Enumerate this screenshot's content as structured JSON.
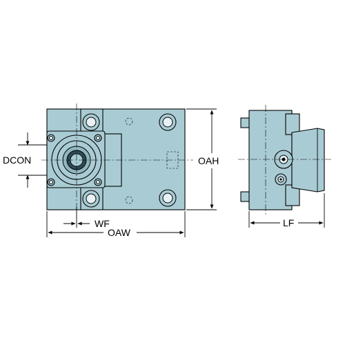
{
  "labels": {
    "dcon": "DCON",
    "oah": "OAH",
    "wf": "WF",
    "oaw": "OAW",
    "lf": "LF"
  }
}
